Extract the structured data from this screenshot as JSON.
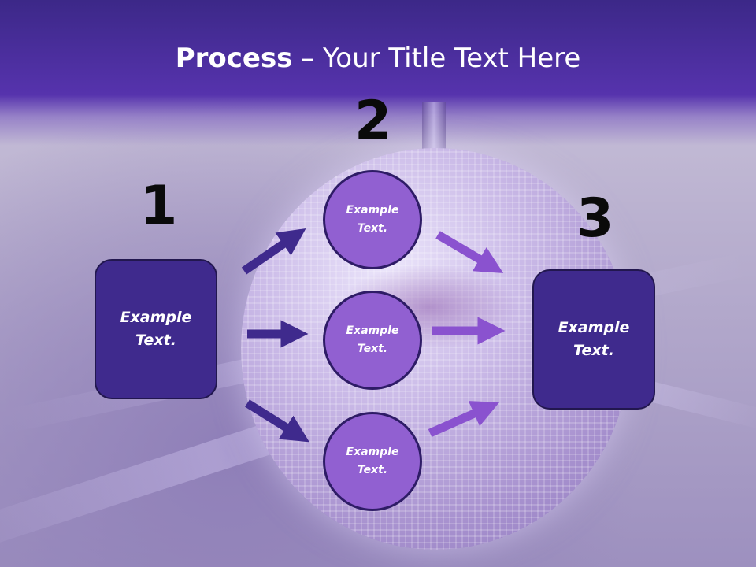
{
  "slide": {
    "title_bold": "Process",
    "title_rest": " – Your Title Text Here"
  },
  "steps": [
    {
      "number": "1",
      "text": "Example\nText."
    },
    {
      "number": "2",
      "items": [
        "Example\nText.",
        "Example\nText.",
        "Example\nText."
      ]
    },
    {
      "number": "3",
      "text": "Example\nText."
    }
  ],
  "colors": {
    "box_fill": "#3f2a8d",
    "circle_fill": "#9160d1",
    "arrow_left": "#3f2a8d",
    "arrow_right": "#8a52cf",
    "title_bar": "#4b2fa0"
  }
}
